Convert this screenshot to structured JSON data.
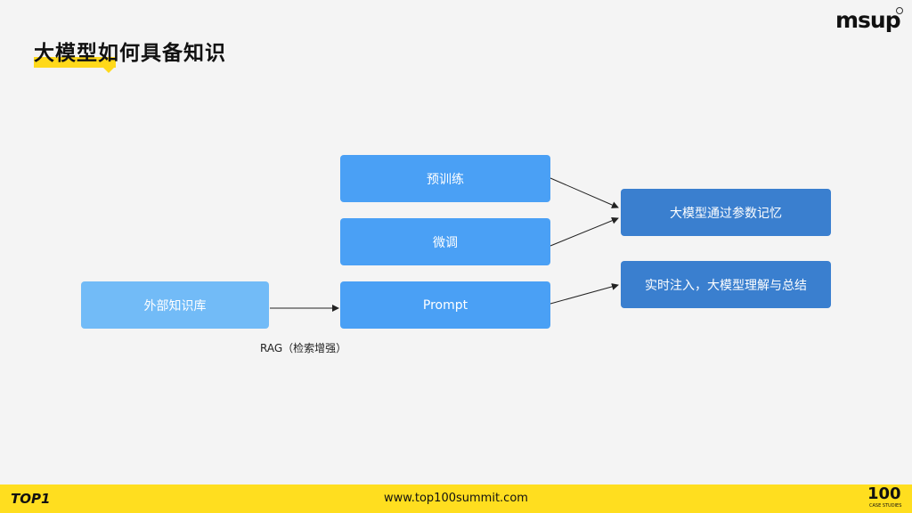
{
  "title": "大模型如何具备知识",
  "brand": "msup",
  "nodes": {
    "pretrain": "预训练",
    "finetune": "微调",
    "prompt": "Prompt",
    "external_kb": "外部知识库",
    "param_memory": "大模型通过参数记忆",
    "realtime_inject": "实时注入，大模型理解与总结"
  },
  "edge_label_rag": "RAG（检索增强）",
  "footer": {
    "left_logo": "TOP1",
    "url": "www.top100summit.com",
    "right_logo": "100",
    "right_sub": "CASE STUDIES"
  },
  "colors": {
    "accent": "#ffde1f",
    "box_blue": "#4aa0f5",
    "box_light": "#72bbf7",
    "box_dark": "#3a7fcf"
  }
}
